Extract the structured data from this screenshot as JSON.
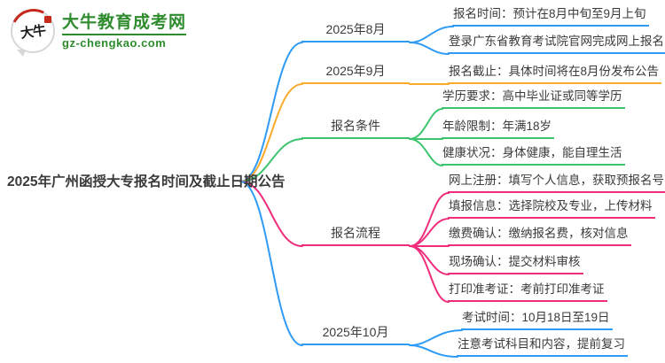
{
  "logo": {
    "badge_text": "大牛",
    "site_name": "大牛教育成考网",
    "site_domain": "gz-chengkao.com"
  },
  "central_topic": "2025年广州函授大专报名时间及截止日期公告",
  "colors": {
    "blue": "#2f9bf5",
    "orange": "#faab2e",
    "green": "#3cc46e",
    "pink": "#f02d7c",
    "text": "#3b3b3b",
    "logo_green": "#2e8b2e",
    "logo_red": "#c5281c"
  },
  "branches": [
    {
      "label": "2025年8月",
      "color": "#2f9bf5",
      "children": [
        "报名时间：预计在8月中旬至9月上旬",
        "登录广东省教育考试院官网完成网上报名"
      ]
    },
    {
      "label": "2025年9月",
      "color": "#faab2e",
      "children": [
        "报名截止：具体时间将在8月份发布公告"
      ]
    },
    {
      "label": "报名条件",
      "color": "#3cc46e",
      "children": [
        "学历要求：高中毕业证或同等学历",
        "年龄限制：年满18岁",
        "健康状况：身体健康，能自理生活"
      ]
    },
    {
      "label": "报名流程",
      "color": "#f02d7c",
      "children": [
        "网上注册：填写个人信息，获取预报名号",
        "填报信息：选择院校及专业，上传材料",
        "缴费确认：缴纳报名费，核对信息",
        "现场确认：提交材料审核",
        "打印准考证：考前打印准考证"
      ]
    },
    {
      "label": "2025年10月",
      "color": "#2f9bf5",
      "children": [
        "考试时间：10月18日至19日",
        "注意考试科目和内容，提前复习"
      ]
    }
  ]
}
